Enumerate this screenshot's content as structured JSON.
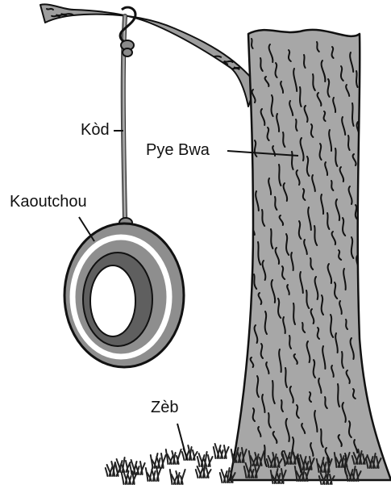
{
  "labels": {
    "rope": "Kòd",
    "tree_trunk": "Pye Bwa",
    "tire": "Kaoutchou",
    "grass": "Zèb"
  },
  "colors": {
    "trunk_fill": "#a7a7a7",
    "branch_fill": "#9e9e9e",
    "bark_lines": "#111111",
    "tire_fill": "#8e8e8e",
    "tire_inner": "#5f5f5f",
    "tire_stripe": "#ffffff",
    "rope": "#7b7b7b",
    "grass": "#222222"
  }
}
